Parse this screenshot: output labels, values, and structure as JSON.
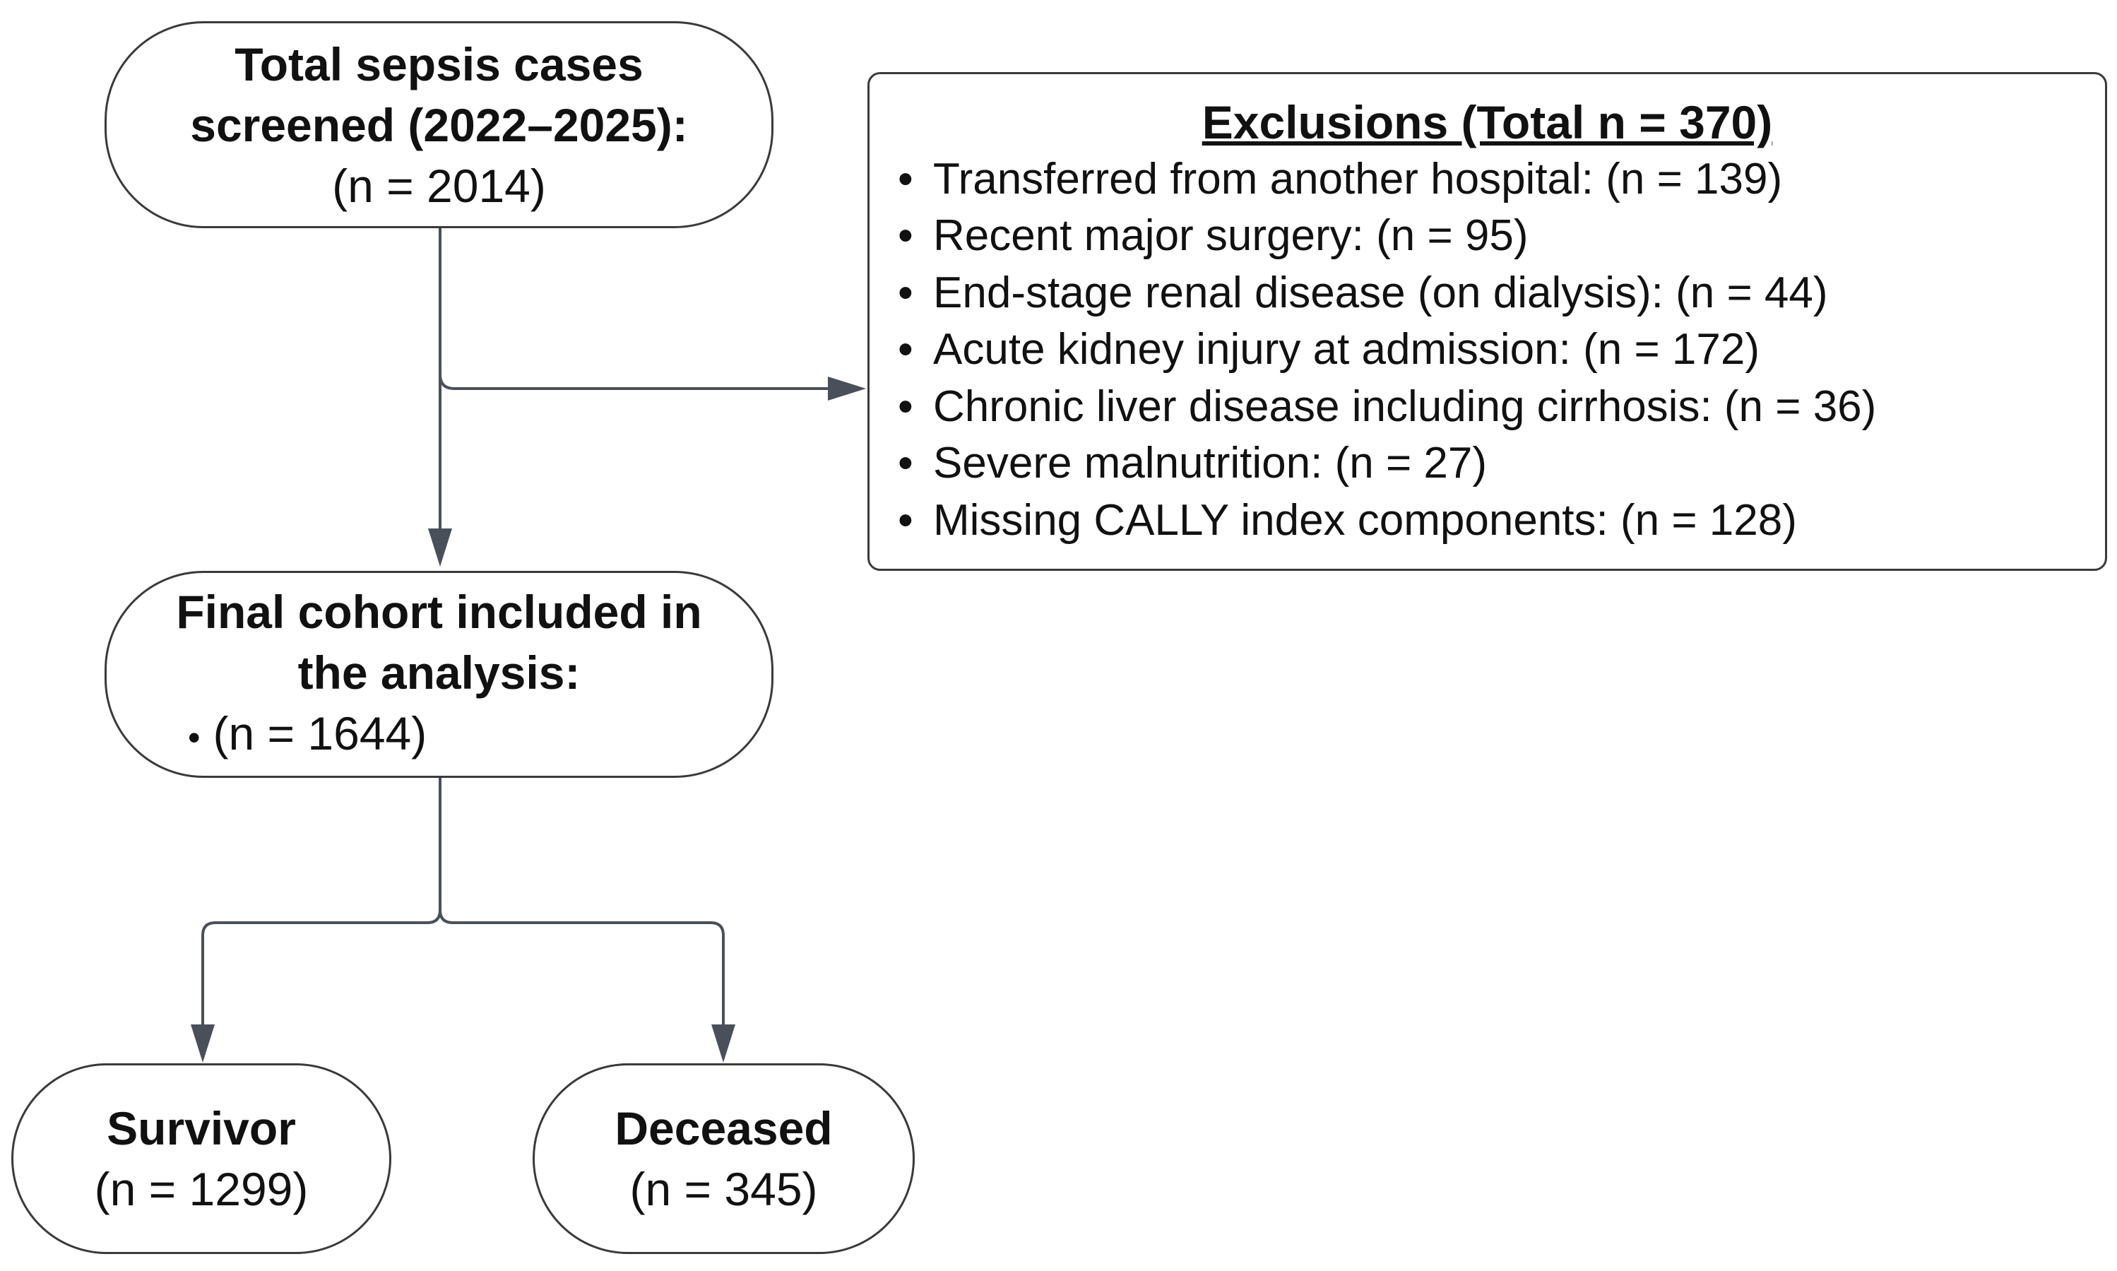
{
  "screened": {
    "title": "Total sepsis cases screened (2022–2025):",
    "title_line1": "Total sepsis cases",
    "title_line2": "screened (2022–2025):",
    "count": "(n = 2014)"
  },
  "exclusions": {
    "title": "Exclusions (Total n = 370)",
    "bullet": "•",
    "items": [
      "Transferred from another hospital: (n = 139)",
      "Recent major surgery: (n = 95)",
      "End-stage renal disease (on dialysis): (n = 44)",
      "Acute kidney injury at admission: (n = 172)",
      "Chronic liver disease including cirrhosis: (n = 36)",
      "Severe malnutrition: (n = 27)",
      "Missing CALLY index components: (n = 128)"
    ]
  },
  "final_cohort": {
    "title_line1": "Final cohort included in",
    "title_line2": "the analysis:",
    "bullet": "•",
    "count": "(n = 1644)"
  },
  "survivor": {
    "title": "Survivor",
    "count": "(n = 1299)"
  },
  "deceased": {
    "title": "Deceased",
    "count": "(n = 345)"
  },
  "colors": {
    "border": "#3a3a3a",
    "connector": "#4a505a",
    "text": "#111111"
  }
}
